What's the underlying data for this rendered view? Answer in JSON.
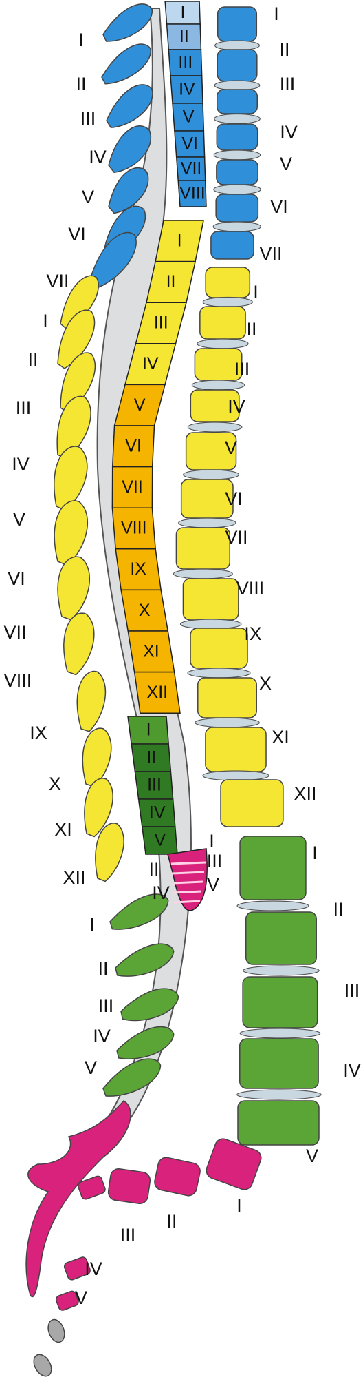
{
  "colors": {
    "cervical": "#2f8fd8",
    "thoracic": "#f6e634",
    "thoracic_cord": "#f5b400",
    "lumbar": "#5aa535",
    "sacral": "#d8227c",
    "coccygeal": "#a8a8a8",
    "disc": "#c9d8e0",
    "canal": "#dcdee0"
  },
  "cord": {
    "cervical": [
      "I",
      "II",
      "III",
      "IV",
      "V",
      "VI",
      "VII",
      "VIII"
    ],
    "thoracic": [
      "I",
      "II",
      "III",
      "IV",
      "V",
      "VI",
      "VII",
      "VIII",
      "IX",
      "X",
      "XI",
      "XII"
    ],
    "lumbar": [
      "I",
      "II",
      "III",
      "IV",
      "V"
    ],
    "sacral": [
      "I",
      "II",
      "III",
      "IV",
      "V"
    ]
  },
  "spinous_labels": {
    "cervical": [
      "I",
      "II",
      "III",
      "IV",
      "V",
      "VI",
      "VII"
    ],
    "thoracic": [
      "I",
      "II",
      "III",
      "IV",
      "V",
      "VI",
      "VII",
      "VIII",
      "IX",
      "X",
      "XI",
      "XII"
    ],
    "lumbar": [
      "I",
      "II",
      "III",
      "IV",
      "V"
    ],
    "sacral": [
      "III",
      "II",
      "I"
    ],
    "coccygeal": [
      "IV",
      "V"
    ]
  },
  "body_labels": {
    "cervical": [
      "I",
      "II",
      "III",
      "IV",
      "V",
      "VI",
      "VII"
    ],
    "thoracic": [
      "I",
      "II",
      "III",
      "IV",
      "V",
      "VI",
      "VII",
      "VIII",
      "IX",
      "X",
      "XI",
      "XII"
    ],
    "lumbar": [
      "I",
      "II",
      "III",
      "IV",
      "V"
    ]
  }
}
